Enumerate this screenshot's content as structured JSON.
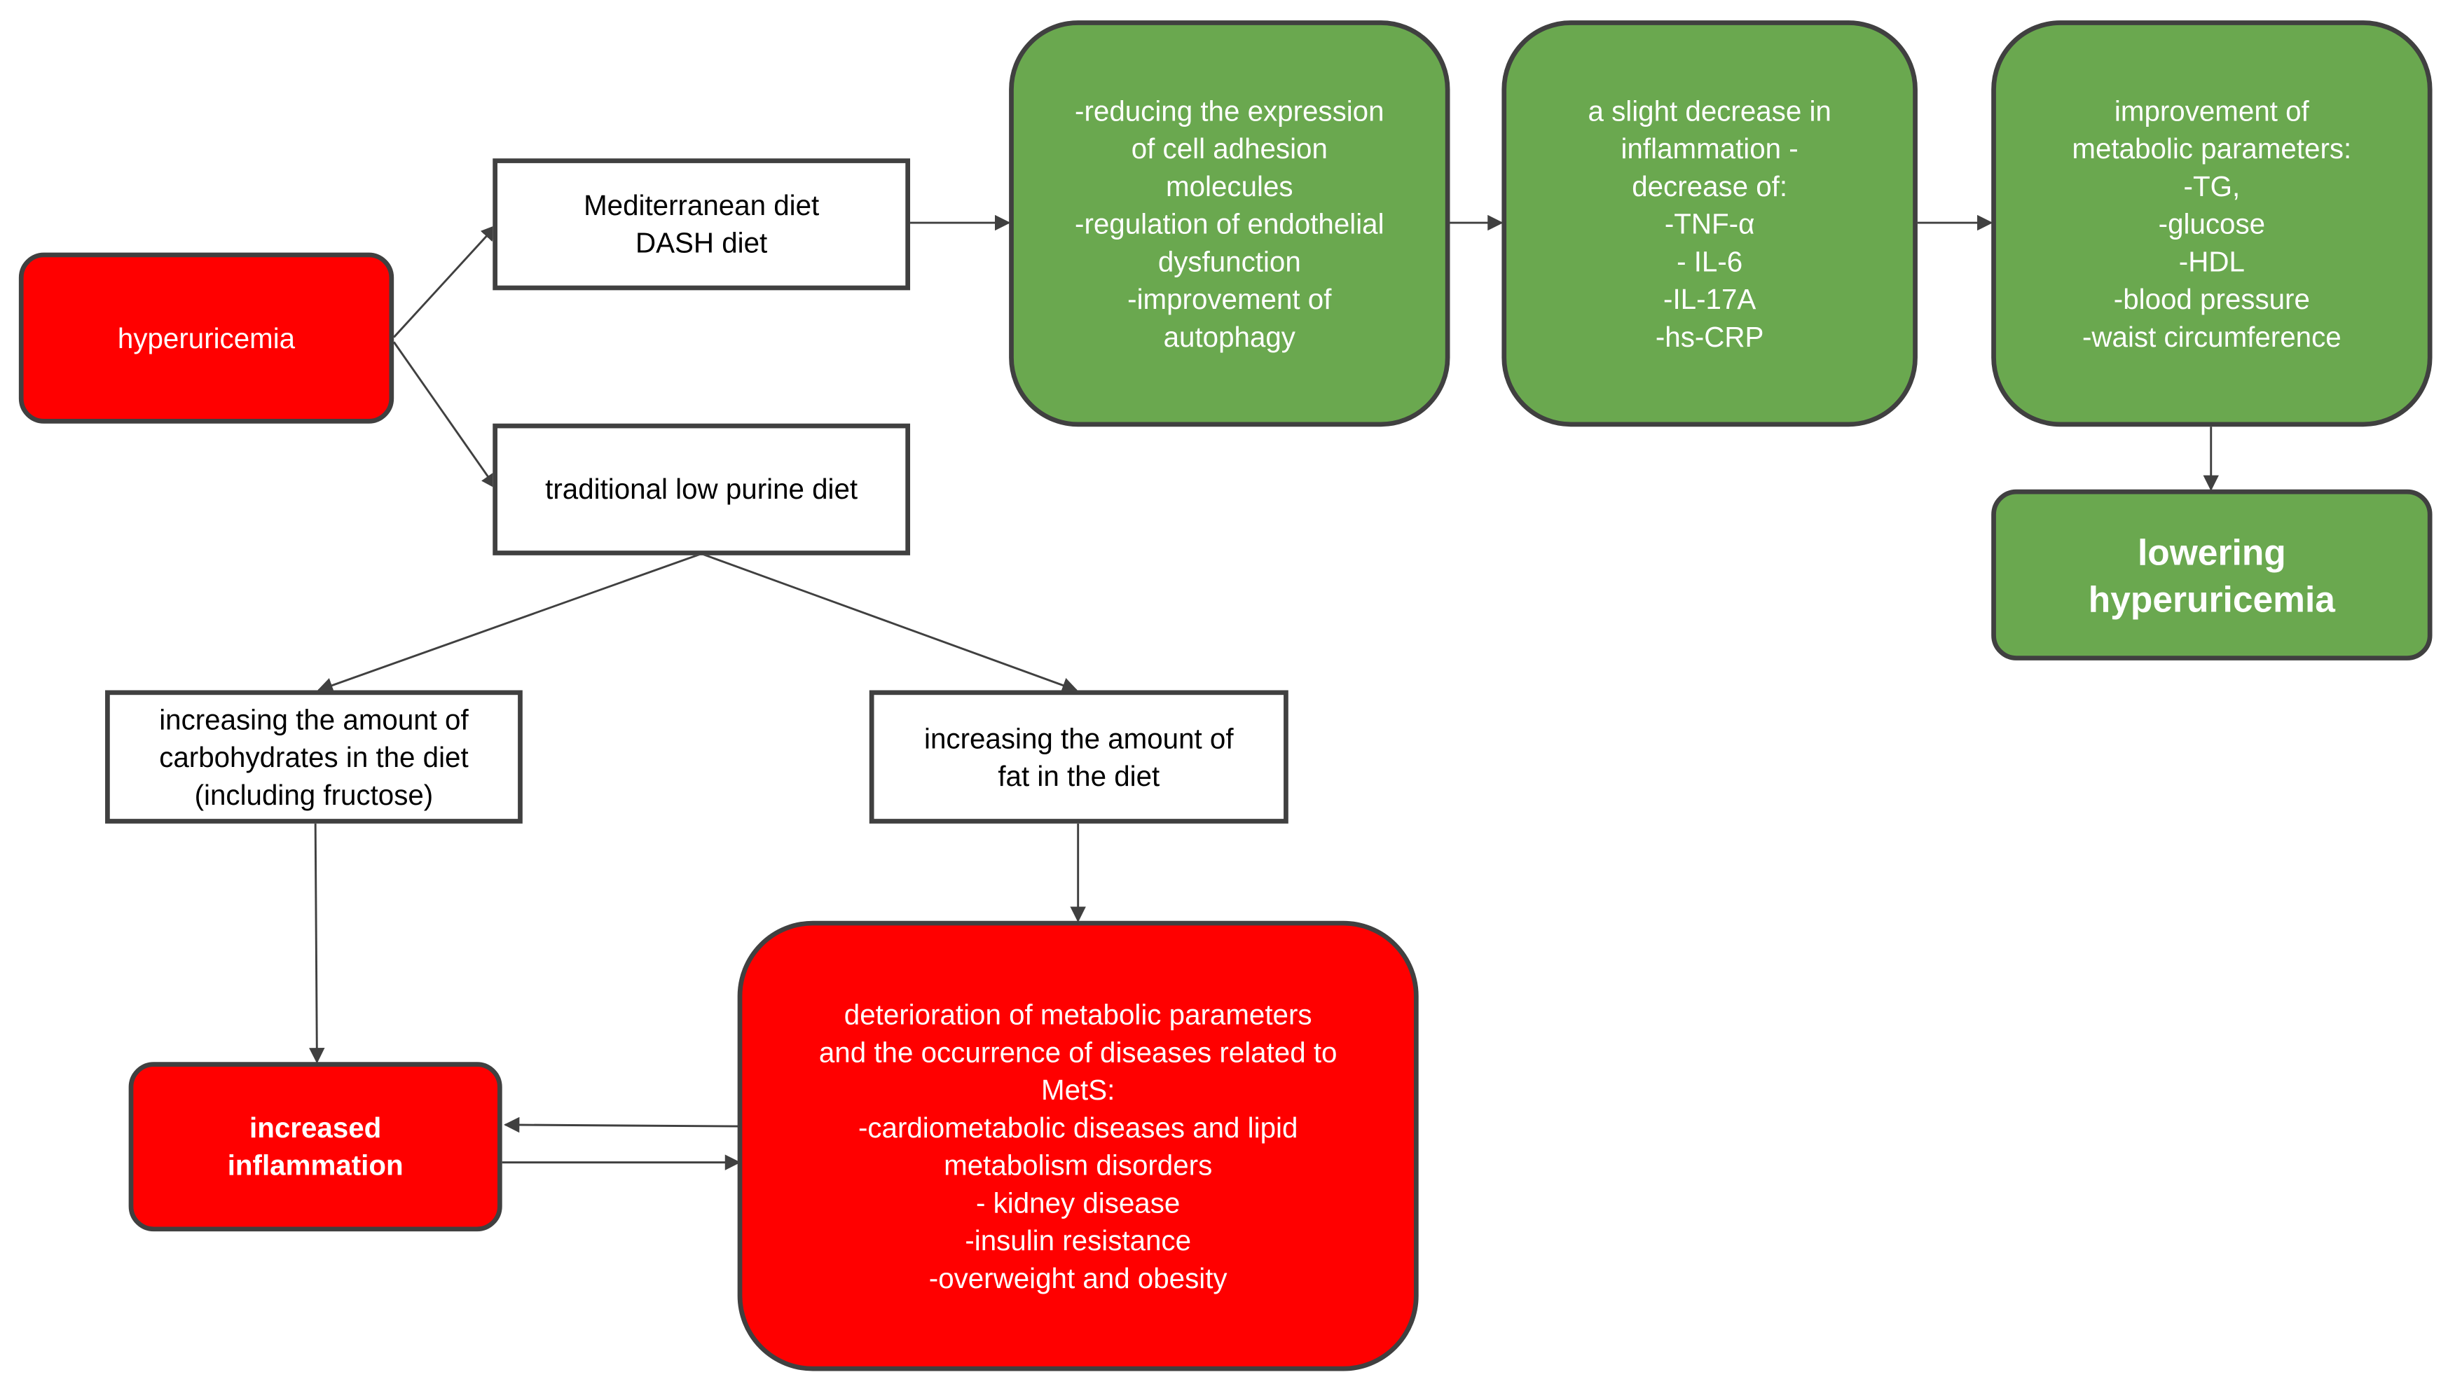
{
  "nodes": {
    "hyperuricemia": [
      "hyperuricemia"
    ],
    "med_dash": [
      "Mediterranean diet",
      "DASH diet"
    ],
    "low_purine": [
      "traditional low purine diet"
    ],
    "carbs": [
      "increasing the amount of",
      "carbohydrates in the diet",
      "(including fructose)"
    ],
    "fat": [
      "increasing the amount of",
      "fat in the diet"
    ],
    "increased_inflammation": [
      "increased",
      "inflammation"
    ],
    "deterioration": [
      "deterioration of metabolic parameters",
      "and the occurrence of diseases related to",
      "MetS:",
      "-cardiometabolic diseases and lipid",
      "metabolism disorders",
      "- kidney disease",
      "-insulin resistance",
      "-overweight and obesity"
    ],
    "adhesion": [
      "-reducing the expression",
      "of cell adhesion",
      "molecules",
      "-regulation of endothelial",
      "dysfunction",
      "-improvement of",
      "autophagy"
    ],
    "inflammation_decrease": [
      "a slight decrease in",
      "inflammation -",
      "decrease of:",
      "-TNF-α",
      "- IL-6",
      "-IL-17A",
      "-hs-CRP"
    ],
    "metabolic": [
      "improvement of",
      "metabolic parameters:",
      "-TG,",
      "-glucose",
      "-HDL",
      "-blood pressure",
      "-waist circumference"
    ],
    "lowering": [
      "lowering",
      "hyperuricemia"
    ]
  },
  "colors": {
    "red": "#ff0000",
    "green": "#6aa84f",
    "border": "#404040",
    "arrow": "#404040"
  }
}
